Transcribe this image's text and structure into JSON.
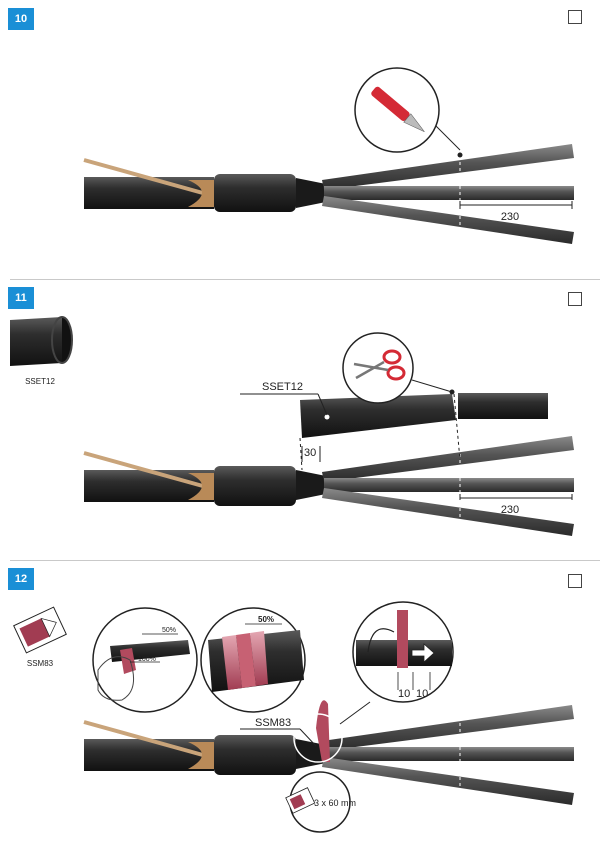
{
  "steps": [
    {
      "number": "10",
      "dimension": "230"
    },
    {
      "number": "11",
      "material_code": "SSET12",
      "label": "SSET12",
      "dim_a": "30",
      "dim_b": "230"
    },
    {
      "number": "12",
      "material_code": "SSM83",
      "label": "SSM83",
      "pct_50": "50%",
      "pct_100": "100%",
      "pct_50_b": "50%",
      "dim_a": "10",
      "dim_b": "10",
      "strip_size": "3 x 60 mm"
    }
  ],
  "colors": {
    "badge": "#1a8fd6",
    "cable": "#2b2b2b",
    "copper": "#c9a47a",
    "tape": "#b24a5e",
    "knife_red": "#d42a35"
  }
}
